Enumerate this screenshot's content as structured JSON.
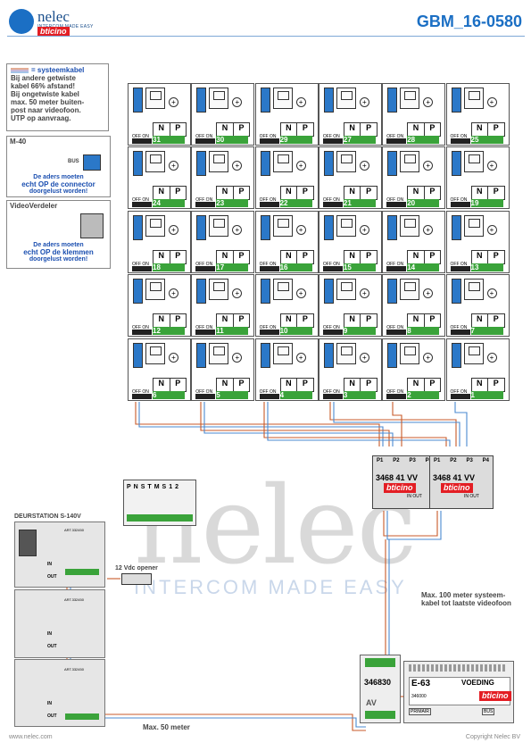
{
  "header": {
    "brand": "nelec",
    "brand_sub": "INTERCOM MADE EASY",
    "partner": "bticino",
    "doc_id": "GBM_16-0580"
  },
  "notes": {
    "legend_title": "= systeemkabel",
    "legend_body": [
      "Bij andere getwiste",
      "kabel 66% afstand!",
      "Bij ongetwiste kabel",
      "max. 50 meter buiten-",
      "post naar videofoon.",
      "UTP op aanvraag."
    ],
    "m40_title": "M-40",
    "m40_bus": "BUS",
    "m40_note": [
      "De aders moeten",
      "echt OP de connector",
      "doorgelust worden!"
    ],
    "vv_title": "VideoVerdeler",
    "vv_note": [
      "De aders moeten",
      "echt OP de klemmen",
      "doorgelust worden!"
    ]
  },
  "videophones": {
    "n_label": "N",
    "p_label": "P",
    "off_label": "OFF ON",
    "numbers": [
      "31",
      "30",
      "29",
      "27",
      "28",
      "25",
      "24",
      "23",
      "22",
      "21",
      "20",
      "19",
      "18",
      "17",
      "16",
      "15",
      "14",
      "13",
      "12",
      "11",
      "10",
      "9",
      "8",
      "7",
      "6",
      "5",
      "4",
      "3",
      "2",
      "1"
    ]
  },
  "distributors": {
    "ports": [
      "P1",
      "P2",
      "P3",
      "P4"
    ],
    "code": "3468 41  VV",
    "in_out": "IN OUT"
  },
  "door_station": {
    "title": "DEURSTATION S-140V",
    "terminals": [
      "P",
      "N",
      "S",
      "T",
      "M",
      "S",
      "1",
      "2"
    ],
    "modules": [
      "ART.332450",
      "ART.332450",
      "ART.332450"
    ],
    "in_label": "IN",
    "out_label": "OUT",
    "opener": "12 Vdc opener"
  },
  "watermark": {
    "big": "nelec",
    "tag": "INTERCOM MADE EASY"
  },
  "notes2": {
    "max100": [
      "Max. 100 meter systeem-",
      "kabel tot laatste videofoon"
    ],
    "max50": "Max. 50 meter"
  },
  "power": {
    "module_code": "346830",
    "module_av": "AV",
    "psu_model": "E-63",
    "psu_label": "VOEDING",
    "psu_code": "346000",
    "psu_primair": "PRIMAIR",
    "psu_bus": "BUS"
  },
  "footer": {
    "left": "www.nelec.com",
    "right": "Copyright Nelec BV"
  },
  "colors": {
    "accent": "#1b6fc4",
    "bticino_red": "#e31e24",
    "number_green": "#3aa33a",
    "connector_blue": "#2b78c8"
  }
}
